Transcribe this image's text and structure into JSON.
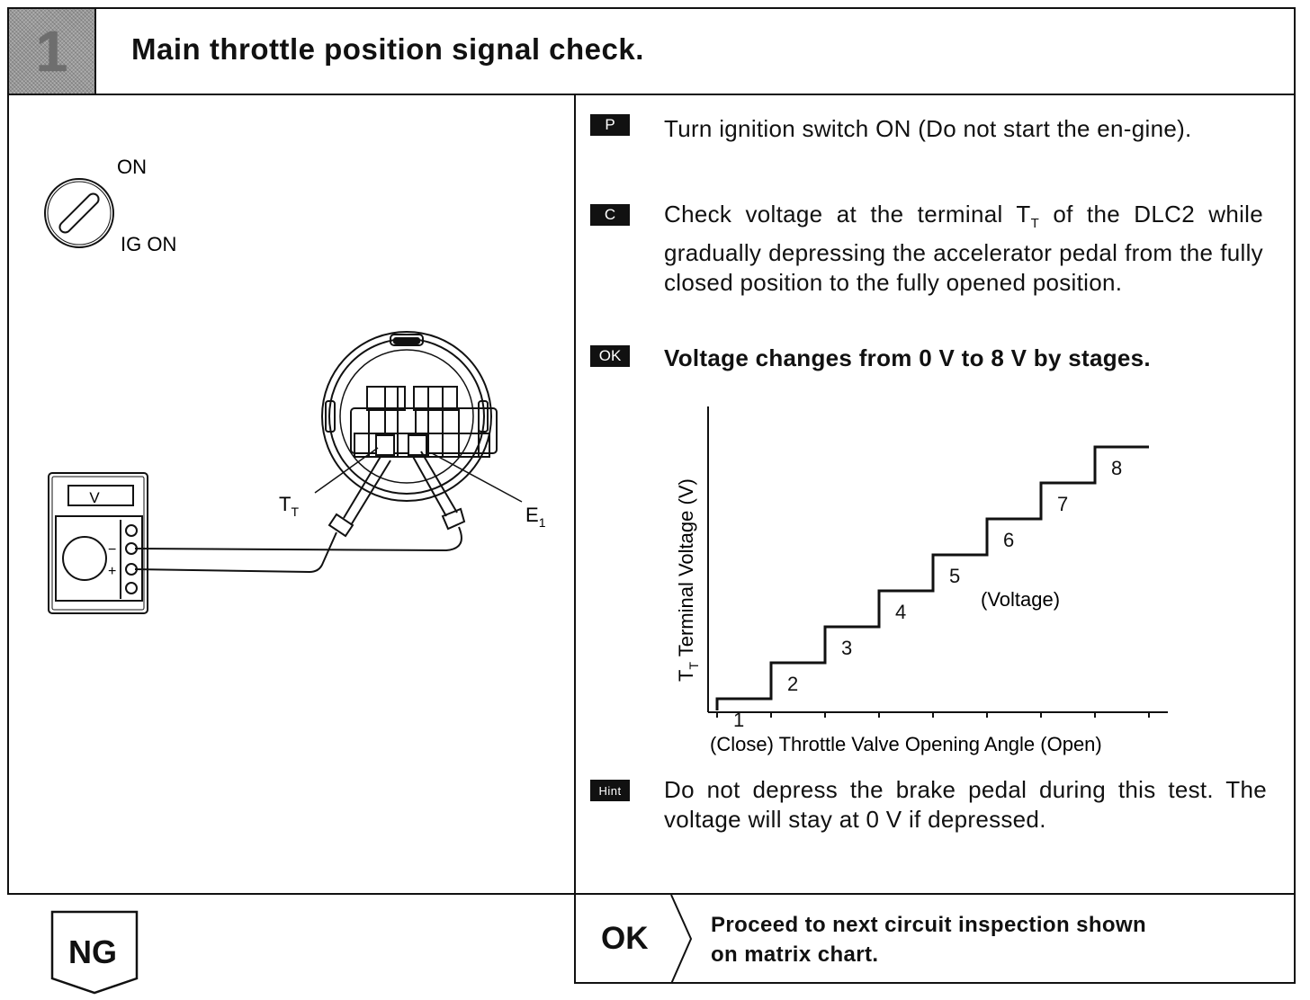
{
  "header": {
    "step_number": "1",
    "title": "Main throttle position signal check."
  },
  "diagram": {
    "switch_on_label": "ON",
    "switch_ig_label": "IG ON",
    "voltmeter_label": "V",
    "meter_minus": "−",
    "meter_plus": "+",
    "terminal_tt_main": "T",
    "terminal_tt_sub": "T",
    "terminal_e1_main": "E",
    "terminal_e1_sub": "1"
  },
  "instructions": [
    {
      "badge": "P",
      "text": "Turn ignition switch ON (Do not start the en-gine)."
    },
    {
      "badge": "C",
      "text_before": "Check voltage at the terminal T",
      "text_sub": "T",
      "text_after": " of the DLC2 while gradually depressing the accelerator pedal from the fully closed position to the fully opened position."
    },
    {
      "badge": "OK",
      "text": "Voltage changes from 0 V to 8 V by stages."
    },
    {
      "badge": "Hint",
      "text": "Do not depress the brake pedal during this test. The voltage will stay at 0 V if depressed."
    }
  ],
  "chart_data": {
    "type": "line",
    "step": true,
    "ylabel_main": "T",
    "ylabel_sub": "T",
    "ylabel_rest": " Terminal Voltage (V)",
    "xlabel": "(Close) Throttle Valve Opening Angle (Open)",
    "annotation": "(Voltage)",
    "categories": [
      1,
      2,
      3,
      4,
      5,
      6,
      7,
      8
    ],
    "values": [
      1,
      2,
      3,
      4,
      5,
      6,
      7,
      8
    ],
    "step_labels": [
      "1",
      "2",
      "3",
      "4",
      "5",
      "6",
      "7",
      "8"
    ]
  },
  "bottom": {
    "ng_label": "NG",
    "ok_label": "OK",
    "ok_text_line1": "Proceed to next circuit inspection shown",
    "ok_text_line2": "on matrix chart."
  }
}
